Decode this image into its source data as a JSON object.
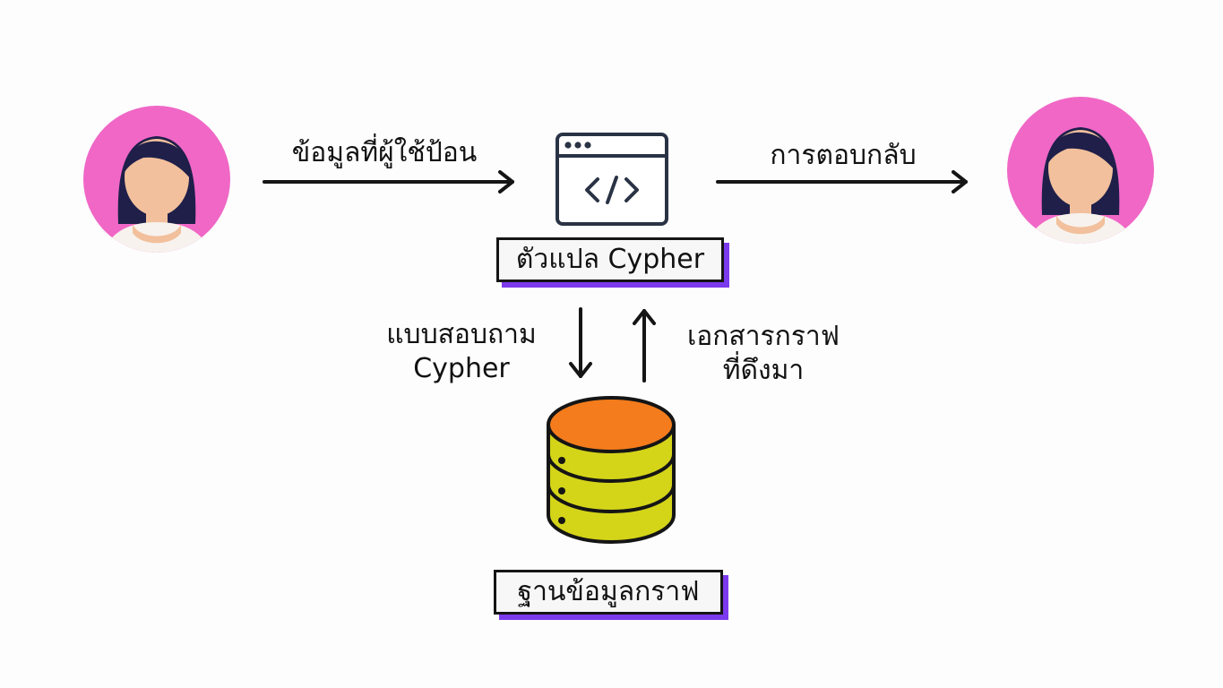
{
  "user_input_label": "ข้อมูลที่ผู้ใช้ป้อน",
  "response_label": "การตอบกลับ",
  "translator_label": "ตัวแปล Cypher",
  "query_label": [
    "แบบสอบถาม",
    "Cypher"
  ],
  "retrieved_label": [
    "เอกสารกราฟ",
    "ที่ดึงมา"
  ],
  "database_label": "ฐานข้อมูลกราฟ",
  "colors": {
    "avatar_bg": "#f067c6",
    "hair": "#1f1f4a",
    "skin": "#f2c09c",
    "db_top": "#f47c1c",
    "db_body": "#d4d419",
    "tag_shadow": "#7c3aed",
    "stroke": "#151515"
  },
  "icons": [
    "user-avatar-icon",
    "code-window-icon",
    "database-icon"
  ]
}
